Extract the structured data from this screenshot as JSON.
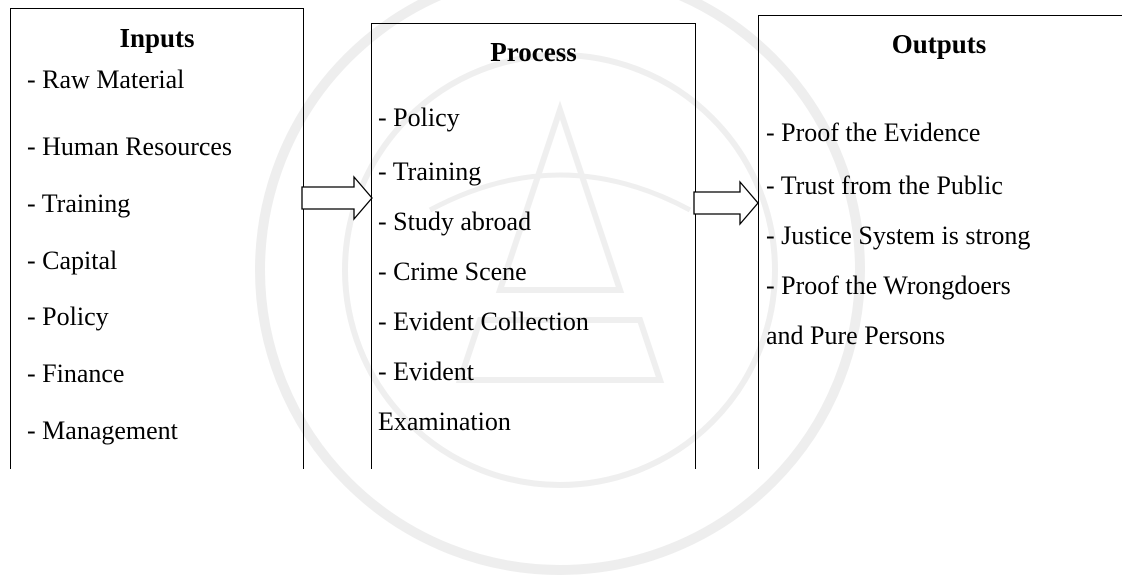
{
  "diagram": {
    "inputs": {
      "title": "Inputs",
      "items": [
        "- Raw Material",
        "- Human Resources",
        "- Training",
        "- Capital",
        "- Policy",
        "- Finance",
        "- Management"
      ]
    },
    "process": {
      "title": "Process",
      "items": [
        "- Policy",
        "- Training",
        "- Study abroad",
        "- Crime Scene",
        "- Evident Collection",
        "- Evident",
        "Examination"
      ]
    },
    "outputs": {
      "title": "Outputs",
      "items": [
        "- Proof the Evidence",
        "- Trust from the Public",
        "- Justice System is strong",
        "- Proof the Wrongdoers",
        "and Pure Persons"
      ]
    }
  },
  "colors": {
    "stroke": "#000000",
    "background": "#ffffff",
    "watermark": "#eeeeee"
  }
}
